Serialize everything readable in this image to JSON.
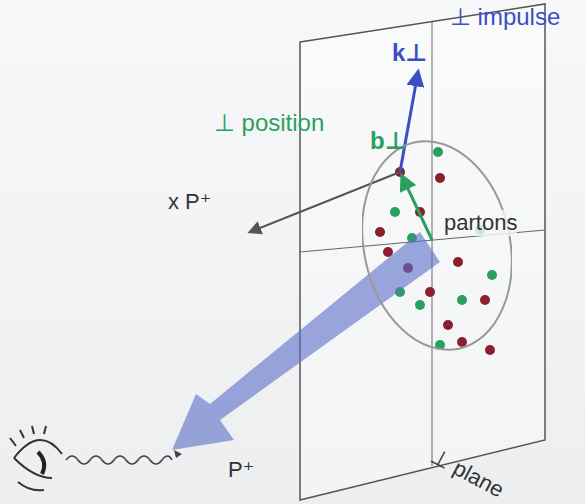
{
  "diagram": {
    "nodes": [
      {
        "text": [
          "partons"
        ]
      }
    ],
    "labels": [
      "⊥ impulse",
      "k⊥",
      "⊥ position",
      "b⊥",
      "x P⁺",
      "P⁺",
      "⊥ plane"
    ]
  }
}
